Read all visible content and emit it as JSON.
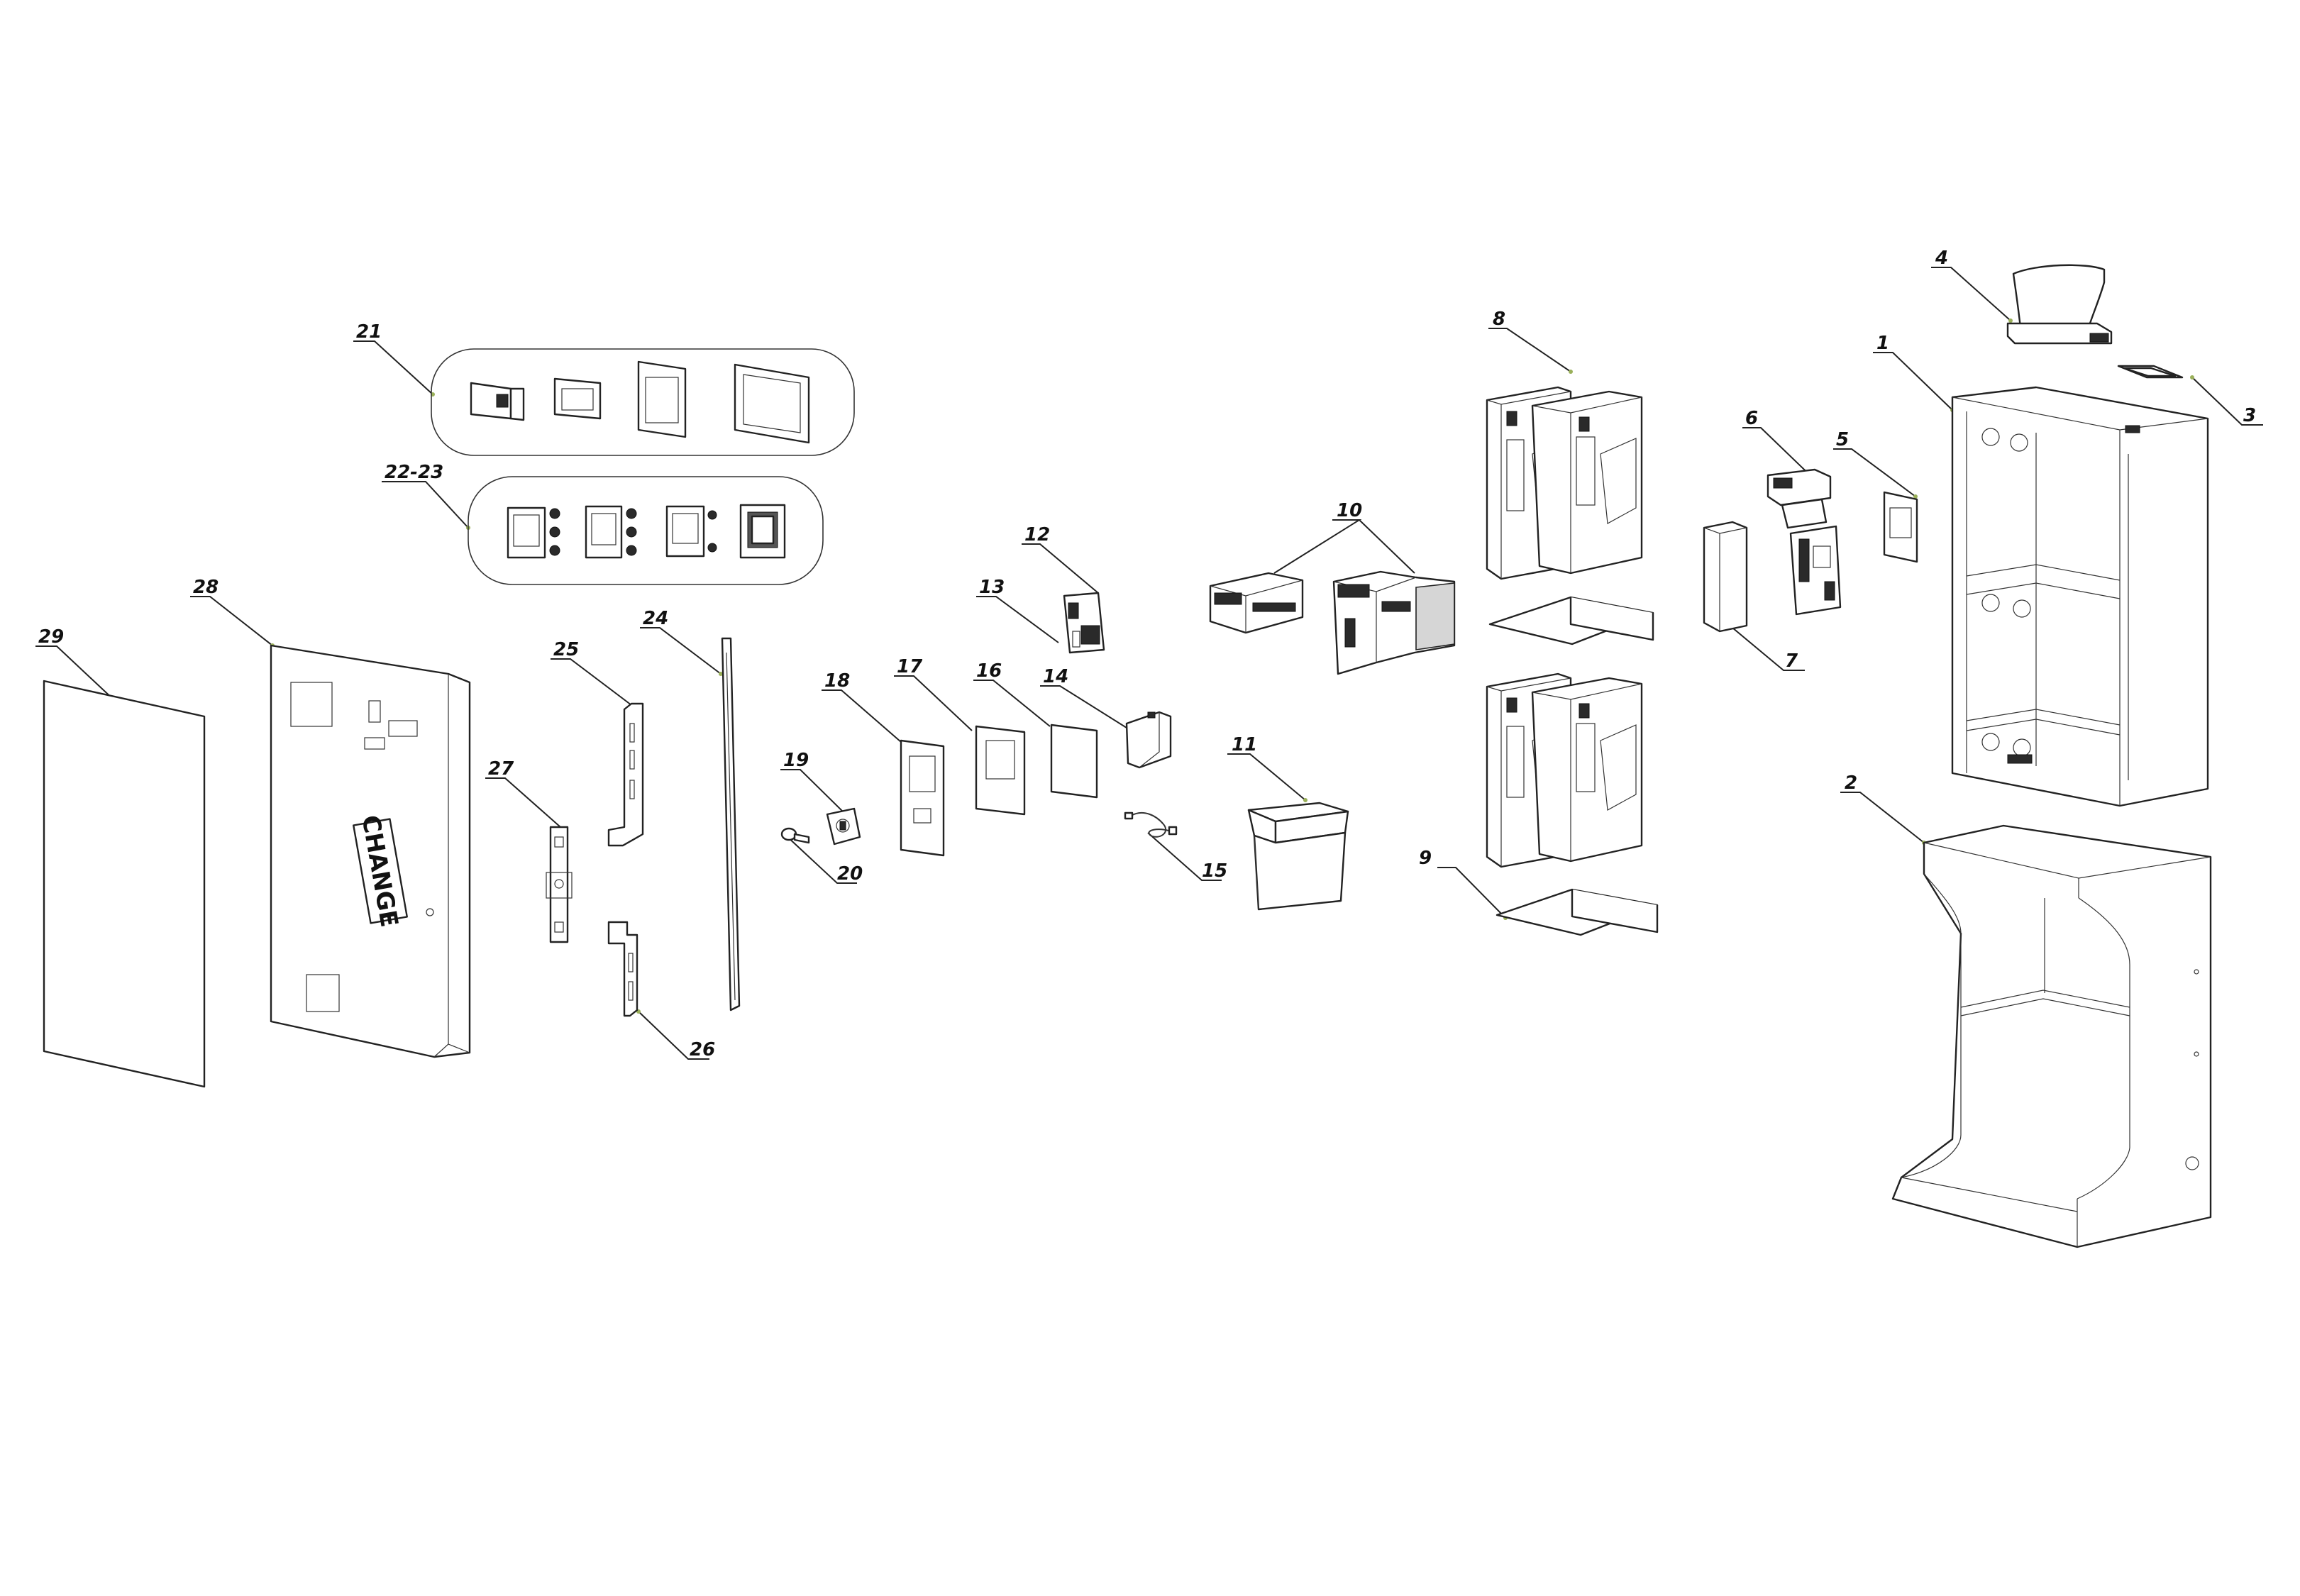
{
  "callouts": [
    {
      "id": "c1",
      "text": "1"
    },
    {
      "id": "c2",
      "text": "2"
    },
    {
      "id": "c3",
      "text": "3"
    },
    {
      "id": "c4",
      "text": "4"
    },
    {
      "id": "c5",
      "text": "5"
    },
    {
      "id": "c6",
      "text": "6"
    },
    {
      "id": "c7",
      "text": "7"
    },
    {
      "id": "c8",
      "text": "8"
    },
    {
      "id": "c9",
      "text": "9"
    },
    {
      "id": "c10",
      "text": "10"
    },
    {
      "id": "c11",
      "text": "11"
    },
    {
      "id": "c12",
      "text": "12"
    },
    {
      "id": "c13",
      "text": "13"
    },
    {
      "id": "c14",
      "text": "14"
    },
    {
      "id": "c15",
      "text": "15"
    },
    {
      "id": "c16",
      "text": "16"
    },
    {
      "id": "c17",
      "text": "17"
    },
    {
      "id": "c18",
      "text": "18"
    },
    {
      "id": "c19",
      "text": "19"
    },
    {
      "id": "c20",
      "text": "20"
    },
    {
      "id": "c21",
      "text": "21"
    },
    {
      "id": "c22",
      "text": "22-23"
    },
    {
      "id": "c24",
      "text": "24"
    },
    {
      "id": "c25",
      "text": "25"
    },
    {
      "id": "c26",
      "text": "26"
    },
    {
      "id": "c27",
      "text": "27"
    },
    {
      "id": "c28",
      "text": "28"
    },
    {
      "id": "c29",
      "text": "29"
    }
  ],
  "door_sign": "CHANGE",
  "colors": {
    "line": "#222222",
    "leader_dot": "#9ab05a",
    "background": "#ffffff"
  }
}
